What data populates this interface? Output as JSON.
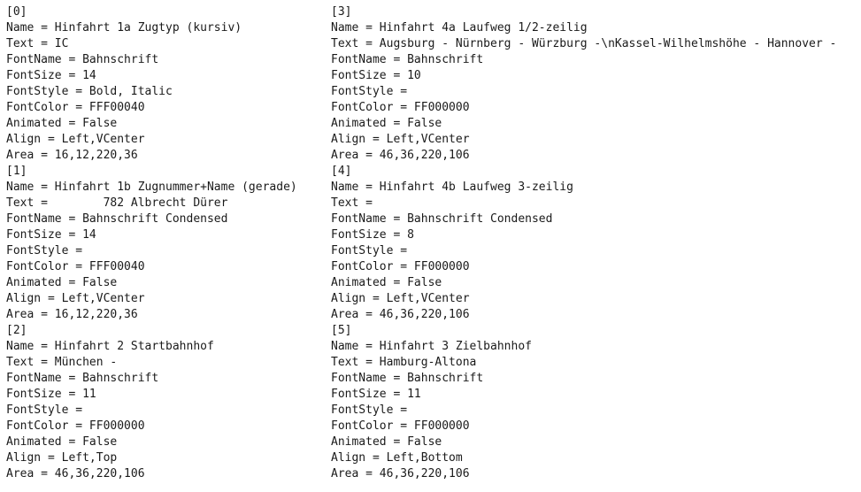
{
  "records": {
    "r0": {
      "index": "[0]",
      "name": "Name = Hinfahrt 1a Zugtyp (kursiv)",
      "text": "Text = IC",
      "font_name": "FontName = Bahnschrift",
      "font_size": "FontSize = 14",
      "font_style": "FontStyle = Bold, Italic",
      "font_color": "FontColor = FFF00040",
      "animated": "Animated = False",
      "align": "Align = Left,VCenter",
      "area": "Area = 16,12,220,36"
    },
    "r1": {
      "index": "[1]",
      "name": "Name = Hinfahrt 1b Zugnummer+Name (gerade)",
      "text": "Text =        782 Albrecht Dürer",
      "font_name": "FontName = Bahnschrift Condensed",
      "font_size": "FontSize = 14",
      "font_style": "FontStyle =",
      "font_color": "FontColor = FFF00040",
      "animated": "Animated = False",
      "align": "Align = Left,VCenter",
      "area": "Area = 16,12,220,36"
    },
    "r2": {
      "index": "[2]",
      "name": "Name = Hinfahrt 2 Startbahnhof",
      "text": "Text = München -",
      "font_name": "FontName = Bahnschrift",
      "font_size": "FontSize = 11",
      "font_style": "FontStyle =",
      "font_color": "FontColor = FF000000",
      "animated": "Animated = False",
      "align": "Align = Left,Top",
      "area": "Area = 46,36,220,106"
    },
    "r3": {
      "index": "[3]",
      "name": "Name = Hinfahrt 4a Laufweg 1/2-zeilig",
      "text": "Text = Augsburg - Nürnberg - Würzburg -\\nKassel-Wilhelmshöhe - Hannover -",
      "font_name": "FontName = Bahnschrift",
      "font_size": "FontSize = 10",
      "font_style": "FontStyle =",
      "font_color": "FontColor = FF000000",
      "animated": "Animated = False",
      "align": "Align = Left,VCenter",
      "area": "Area = 46,36,220,106"
    },
    "r4": {
      "index": "[4]",
      "name": "Name = Hinfahrt 4b Laufweg 3-zeilig",
      "text": "Text =",
      "font_name": "FontName = Bahnschrift Condensed",
      "font_size": "FontSize = 8",
      "font_style": "FontStyle =",
      "font_color": "FontColor = FF000000",
      "animated": "Animated = False",
      "align": "Align = Left,VCenter",
      "area": "Area = 46,36,220,106"
    },
    "r5": {
      "index": "[5]",
      "name": "Name = Hinfahrt 3 Zielbahnhof",
      "text": "Text = Hamburg-Altona",
      "font_name": "FontName = Bahnschrift",
      "font_size": "FontSize = 11",
      "font_style": "FontStyle =",
      "font_color": "FontColor = FF000000",
      "animated": "Animated = False",
      "align": "Align = Left,Bottom",
      "area": "Area = 46,36,220,106"
    }
  }
}
